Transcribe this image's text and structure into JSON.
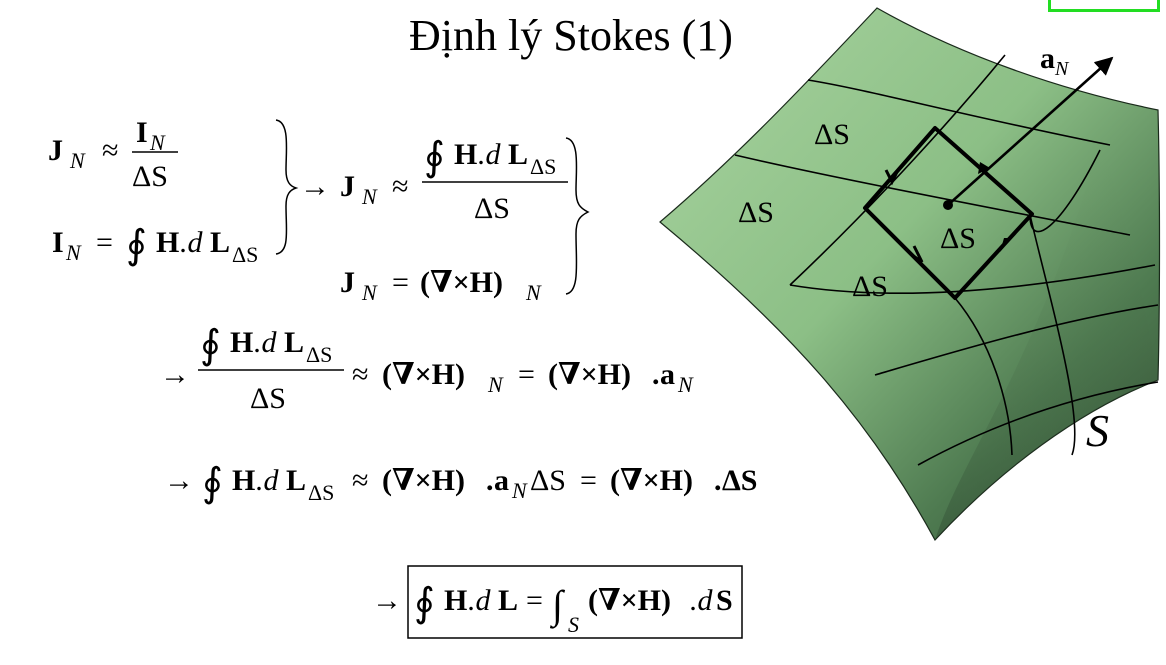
{
  "slide": {
    "title": "Định lý Stokes (1)"
  },
  "colors": {
    "surface_light": "#a9d4a0",
    "surface_dark": "#2f4a31",
    "highlight_tag": "#22dd22",
    "text": "#000000"
  },
  "figure": {
    "cell_label": "ΔS",
    "surface_label": "S",
    "normal_vector_label": "a",
    "normal_vector_subscript": "N"
  },
  "equations": {
    "sym_J": "J",
    "sym_I": "I",
    "sym_H": "H",
    "sym_L": "L",
    "sym_a": "a",
    "sym_S_bold": "S",
    "sub_N": "N",
    "sub_dS": "ΔS",
    "sub_S": "S",
    "delta_S": "ΔS",
    "approx": "≈",
    "equals": "=",
    "arrow": "→",
    "oint": "∮",
    "integral": "∫",
    "dot_d": ".d",
    "curl_H": "(∇×H)",
    "dot": "."
  }
}
